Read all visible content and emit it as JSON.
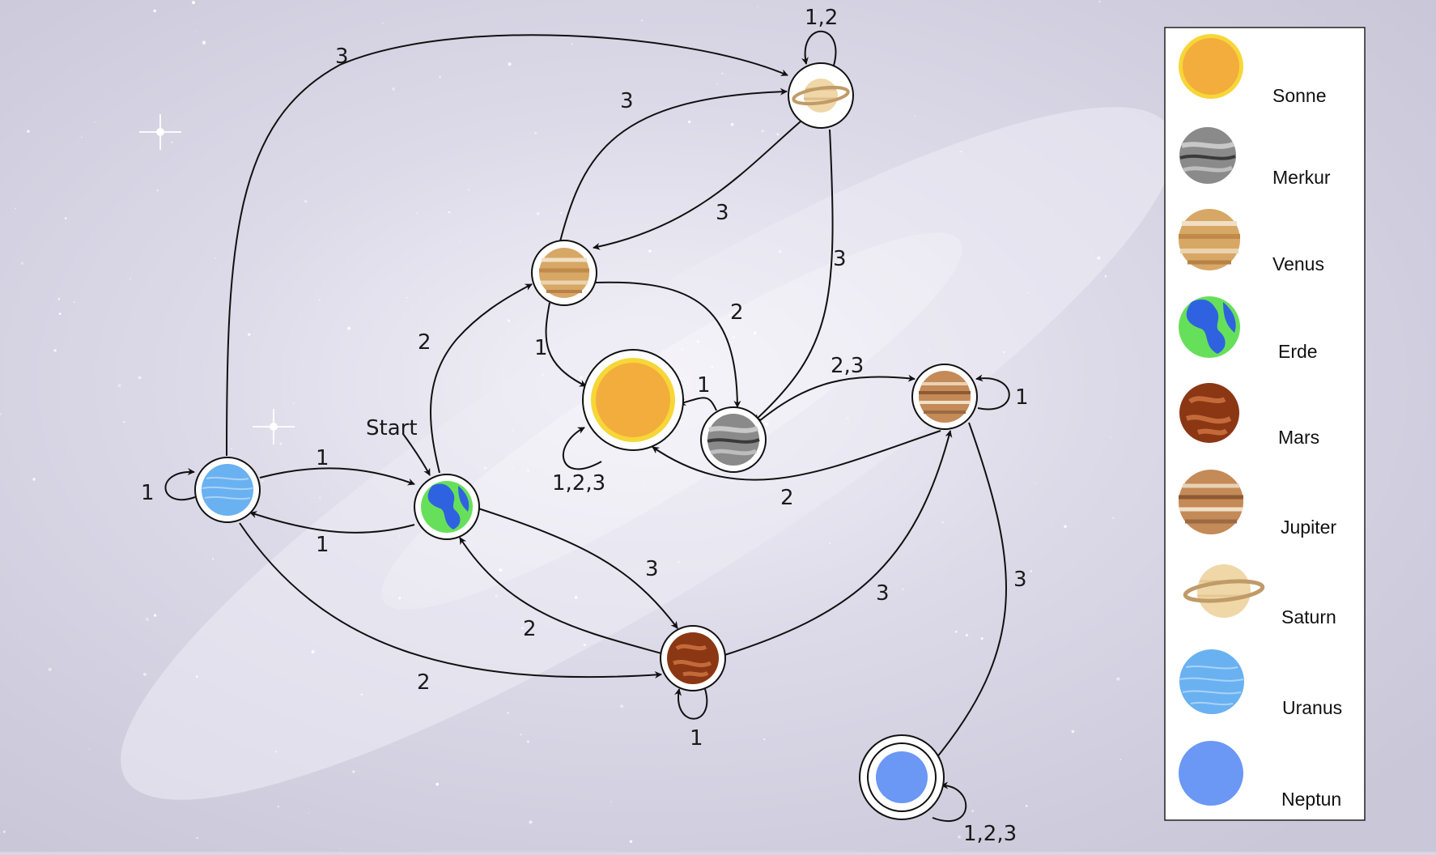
{
  "diagram": {
    "start_label": "Start",
    "nodes": {
      "sonne": {
        "name": "Sonne",
        "color": "#f2ad3c"
      },
      "merkur": {
        "name": "Merkur",
        "color": "#6f6f6f"
      },
      "venus": {
        "name": "Venus",
        "color": "#d7a766"
      },
      "erde": {
        "name": "Erde",
        "color": "#2f62e0"
      },
      "mars": {
        "name": "Mars",
        "color": "#8b3714"
      },
      "jupiter": {
        "name": "Jupiter",
        "color": "#c48a57"
      },
      "saturn": {
        "name": "Saturn",
        "color": "#f0d7a8"
      },
      "uranus": {
        "name": "Uranus",
        "color": "#6ab1f1"
      },
      "neptun": {
        "name": "Neptun",
        "color": "#6b97f5",
        "accepting": true
      }
    },
    "edges": [
      {
        "from": "uranus",
        "to": "uranus",
        "label": "1"
      },
      {
        "from": "uranus",
        "to": "saturn",
        "label": "3"
      },
      {
        "from": "uranus",
        "to": "erde",
        "label": "1"
      },
      {
        "from": "erde",
        "to": "uranus",
        "label": "1"
      },
      {
        "from": "uranus",
        "to": "mars",
        "label": "2"
      },
      {
        "from": "erde",
        "to": "venus",
        "label": "2"
      },
      {
        "from": "erde",
        "to": "mars",
        "label": "3"
      },
      {
        "from": "mars",
        "to": "erde",
        "label": "2"
      },
      {
        "from": "mars",
        "to": "mars",
        "label": "1"
      },
      {
        "from": "mars",
        "to": "jupiter",
        "label": "3"
      },
      {
        "from": "venus",
        "to": "saturn",
        "label": "3"
      },
      {
        "from": "saturn",
        "to": "venus",
        "label": "3"
      },
      {
        "from": "saturn",
        "to": "saturn",
        "label": "1,2"
      },
      {
        "from": "saturn",
        "to": "merkur",
        "label": "3"
      },
      {
        "from": "venus",
        "to": "sonne",
        "label": "1"
      },
      {
        "from": "venus",
        "to": "merkur",
        "label": "2"
      },
      {
        "from": "merkur",
        "to": "sonne",
        "label": "1"
      },
      {
        "from": "merkur",
        "to": "jupiter",
        "label": "2,3"
      },
      {
        "from": "sonne",
        "to": "sonne",
        "label": "1,2,3"
      },
      {
        "from": "jupiter",
        "to": "jupiter",
        "label": "1"
      },
      {
        "from": "jupiter",
        "to": "sonne",
        "label": "2"
      },
      {
        "from": "jupiter",
        "to": "neptun",
        "label": "3"
      },
      {
        "from": "neptun",
        "to": "neptun",
        "label": "1,2,3"
      }
    ]
  },
  "legend": {
    "items": [
      {
        "key": "sonne",
        "label": "Sonne"
      },
      {
        "key": "merkur",
        "label": "Merkur"
      },
      {
        "key": "venus",
        "label": "Venus"
      },
      {
        "key": "erde",
        "label": "Erde"
      },
      {
        "key": "mars",
        "label": "Mars"
      },
      {
        "key": "jupiter",
        "label": "Jupiter"
      },
      {
        "key": "saturn",
        "label": "Saturn"
      },
      {
        "key": "uranus",
        "label": "Uranus"
      },
      {
        "key": "neptun",
        "label": "Neptun"
      }
    ]
  }
}
